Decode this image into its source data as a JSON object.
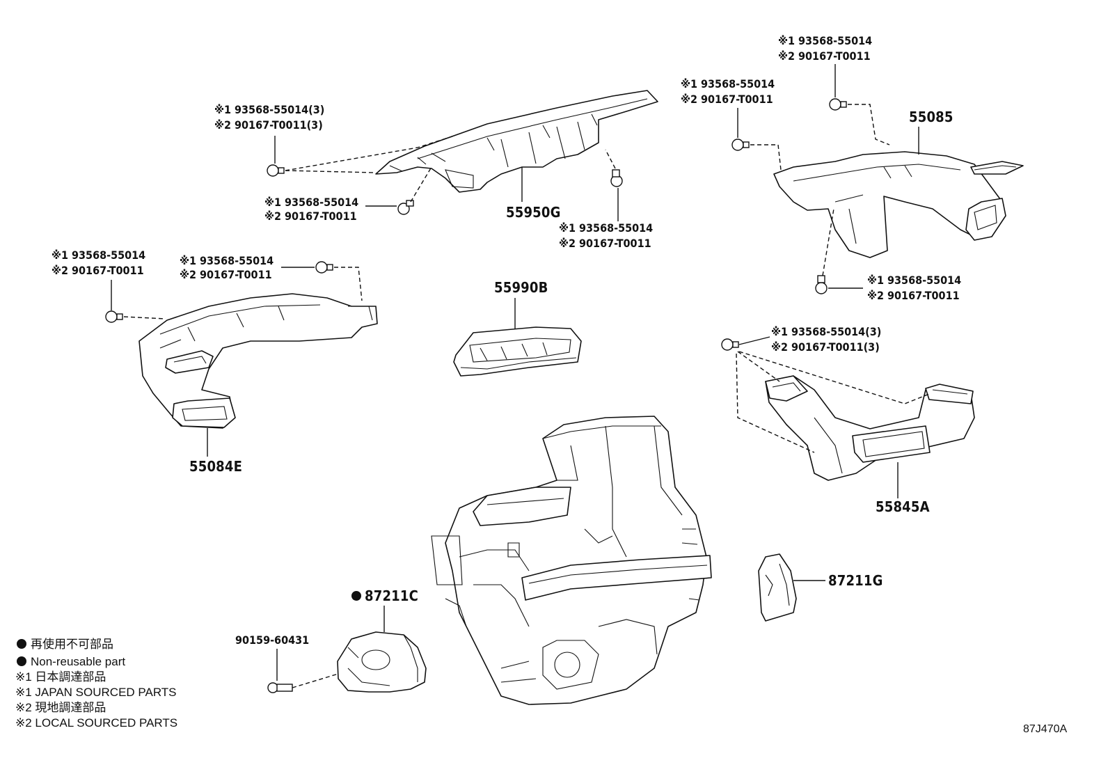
{
  "diagram": {
    "drawing_id": "87J470A",
    "parts": {
      "duct_center_top": "55950G",
      "duct_right_upper": "55085",
      "duct_left": "55084E",
      "register_center": "55990B",
      "duct_right_lower": "55845A",
      "seal_left": "87211C",
      "seal_right": "87211G",
      "bolt": "90159-60431"
    },
    "fastener_refs": {
      "j1": "※1 93568-55014",
      "j2": "※2 90167-T0011",
      "j1x3": "※1 93568-55014(3)",
      "j2x3": "※2 90167-T0011(3)"
    },
    "legend": {
      "non_reusable_jp": "再使用不可部品",
      "non_reusable_en": "Non-reusable part",
      "japan_jp": "※1 日本調達部品",
      "japan_en": "※1 JAPAN SOURCED PARTS",
      "local_jp": "※2 現地調達部品",
      "local_en": "※2 LOCAL SOURCED PARTS"
    }
  }
}
